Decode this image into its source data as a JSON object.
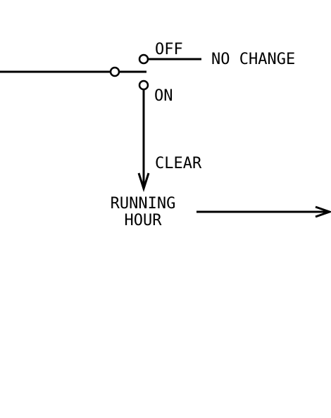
{
  "diagram": {
    "labels": {
      "off": "OFF",
      "no_change": "NO CHANGE",
      "on": "ON",
      "clear": "CLEAR",
      "running_line1": "RUNNING",
      "running_line2": "HOUR"
    },
    "colors": {
      "stroke": "#000000",
      "background": "#ffffff"
    }
  }
}
